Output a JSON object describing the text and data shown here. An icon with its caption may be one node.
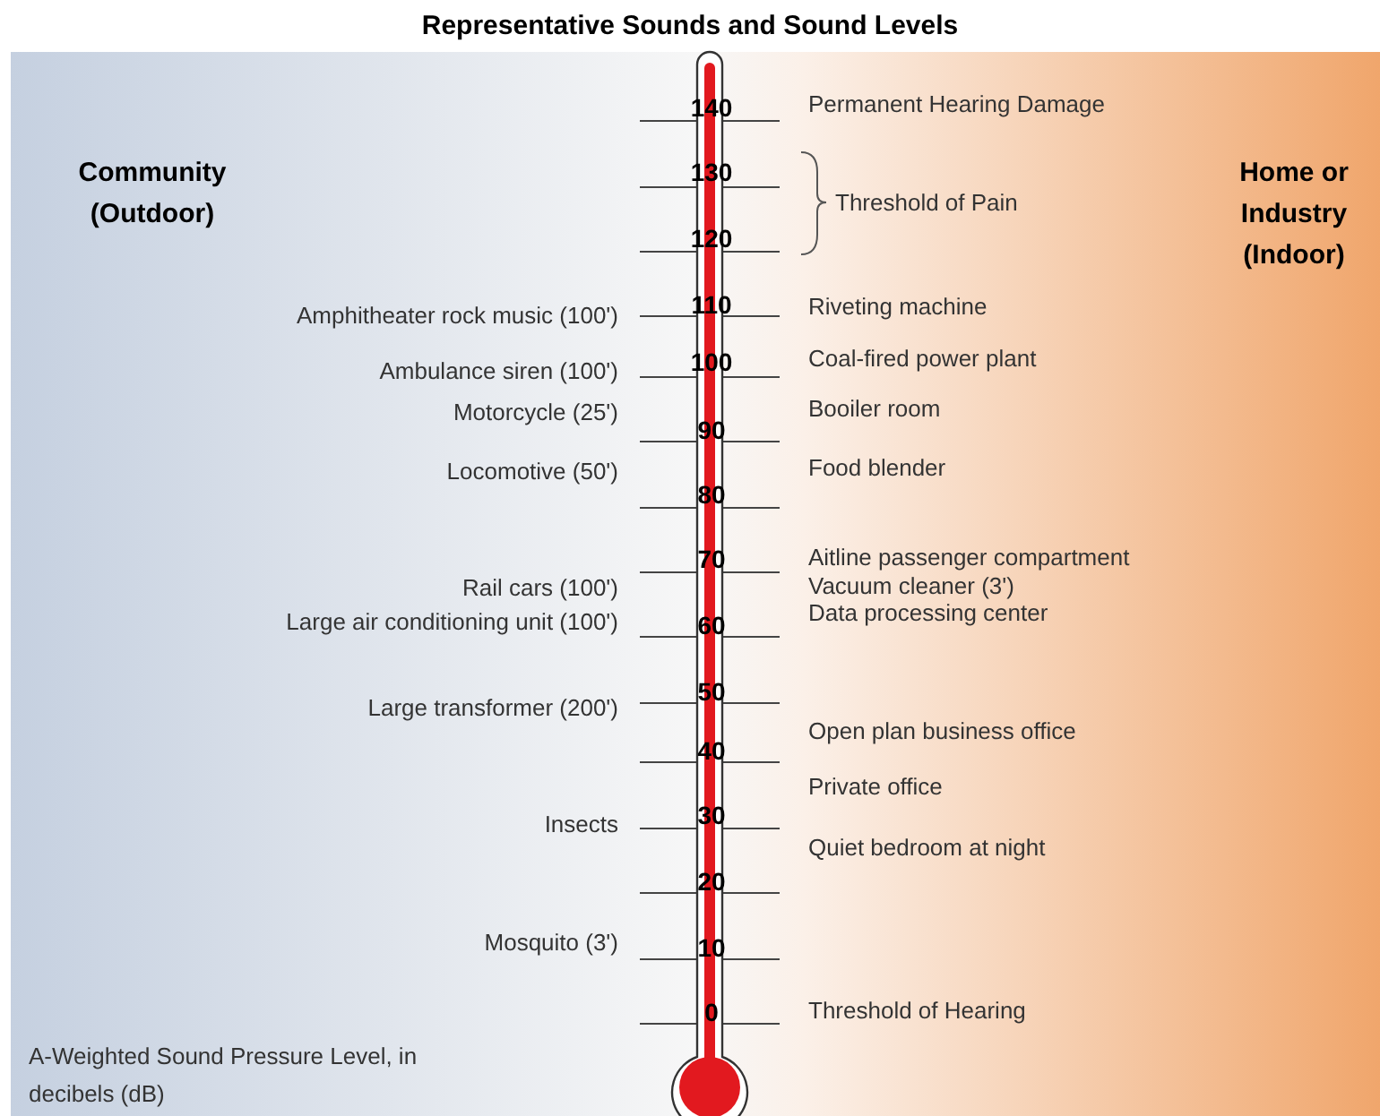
{
  "diagram": {
    "title": "Representative Sounds and Sound Levels",
    "labels": [
      "140",
      "Permanent Hearing Damage",
      "Community (Outdoor)",
      "Home or Industry (Indoor)",
      "130",
      "Threshold of Pain",
      "120",
      "Amphitheater rock music (100')",
      "110",
      "Riveting machine",
      "Coal-fired power plant",
      "100",
      "Ambulance siren (100')",
      "Booiler room",
      "Motorcycle (25')",
      "90",
      "Food blender",
      "Locomotive (50')",
      "80",
      "Aitline passenger compartment",
      "70",
      "Vacuum cleaner (3')",
      "Rail cars (100')",
      "Data processing center",
      "Large air conditioning unit (100')",
      "60",
      "50",
      "Large transformer (200')",
      "Open plan business office",
      "40",
      "Private office",
      "30",
      "Insects",
      "Quiet bedroom at night",
      "20",
      "Mosquito (3')",
      "10",
      "Threshold of Hearing",
      "0",
      "A-Weighted Sound Pressure Level, in decibels (dB)"
    ]
  }
}
